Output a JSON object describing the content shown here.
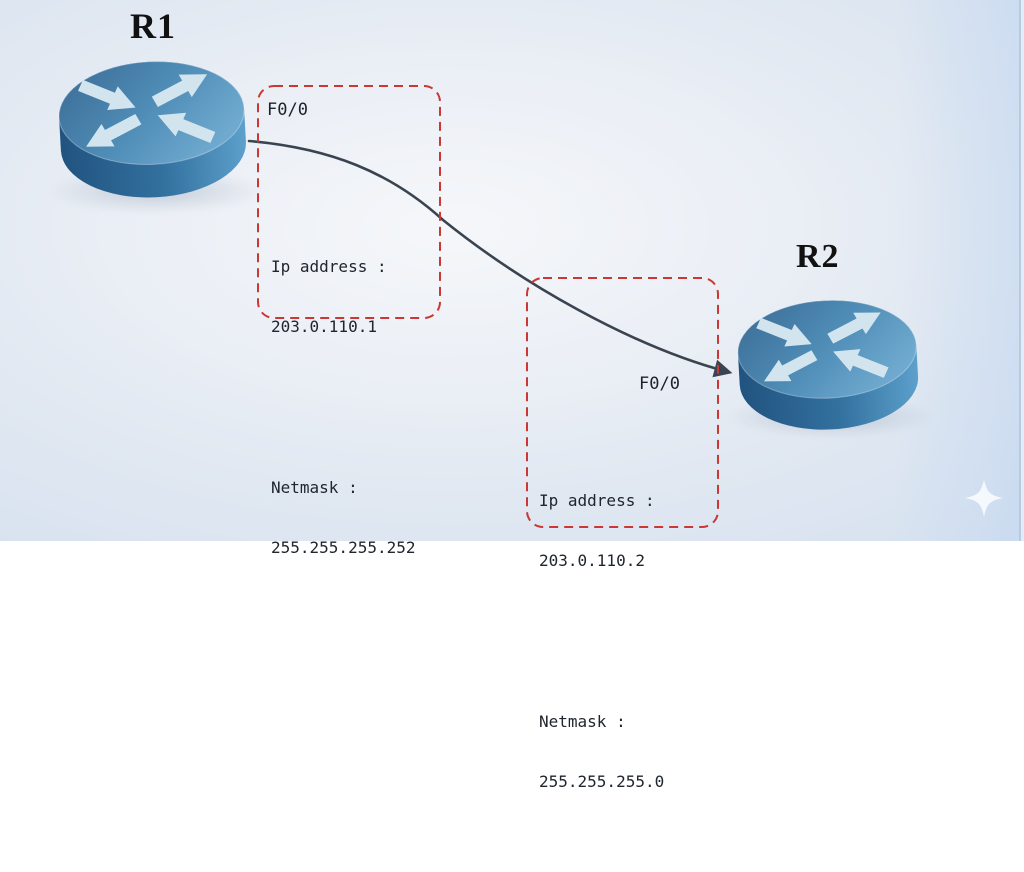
{
  "routers": [
    {
      "label": "R1",
      "icon": "cisco-router",
      "interface": {
        "name": "F0/0",
        "ip_label": "Ip address :",
        "ip": "203.0.110.1",
        "netmask_label": "Netmask :",
        "netmask": "255.255.255.252"
      }
    },
    {
      "label": "R2",
      "icon": "cisco-router",
      "interface": {
        "name": "F0/0",
        "ip_label": "Ip address :",
        "ip": "203.0.110.2",
        "netmask_label": "Netmask :",
        "netmask": "255.255.255.0"
      }
    }
  ],
  "link": {
    "from": "R1",
    "to": "R2",
    "style": "curved-arrow"
  },
  "colors": {
    "annotation_border": "#cb3733",
    "link_line": "#3a4450",
    "router_top_dark": "#3a6a93",
    "router_top_light": "#6fa9cf",
    "router_side_dark": "#215380",
    "router_side_light": "#5da0cc",
    "router_arrows": "#d2e5ef",
    "label_text": "#111111",
    "mono_text": "#20262e",
    "background_center": "#f5f7fa",
    "background_edge": "#d2dff0",
    "sparkle": "#ffffff"
  },
  "icons": {
    "router": "router-crossed-arrows-icon",
    "sparkle": "four-point-star-icon"
  }
}
